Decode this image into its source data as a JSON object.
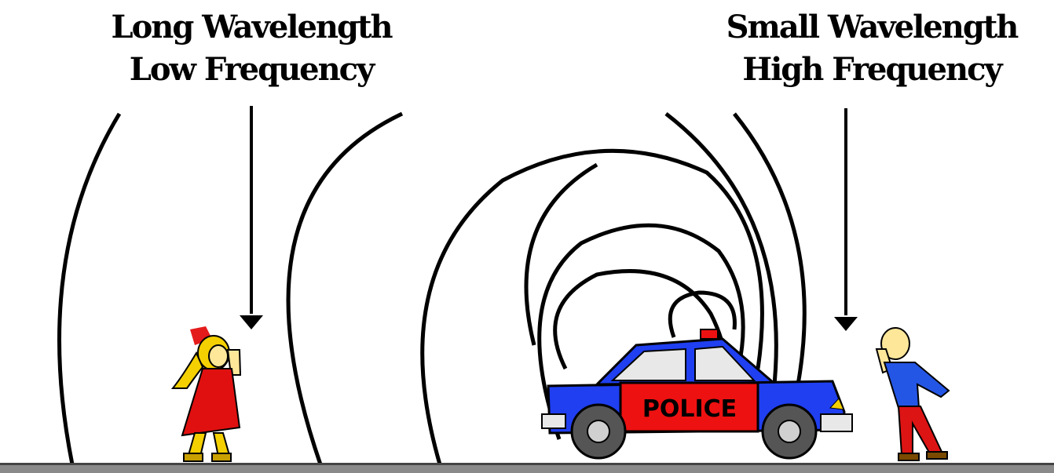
{
  "labels": {
    "left": {
      "line1": "Long Wavelength",
      "line2": "Low Frequency"
    },
    "right": {
      "line1": "Small Wavelength",
      "line2": "High Frequency"
    }
  },
  "car": {
    "text": "POLICE"
  },
  "colors": {
    "car_blue": "#1f3ff0",
    "car_red": "#ee1111",
    "girl_dress": "#e01010",
    "girl_hair": "#f4d000",
    "boy_shirt": "#2456e6",
    "boy_pants": "#dd1414",
    "ground": "#8a8a8a"
  },
  "icons": [
    "arrow-down-icon",
    "arrow-down-icon",
    "police-car-icon",
    "girl-figure-icon",
    "boy-figure-icon"
  ]
}
